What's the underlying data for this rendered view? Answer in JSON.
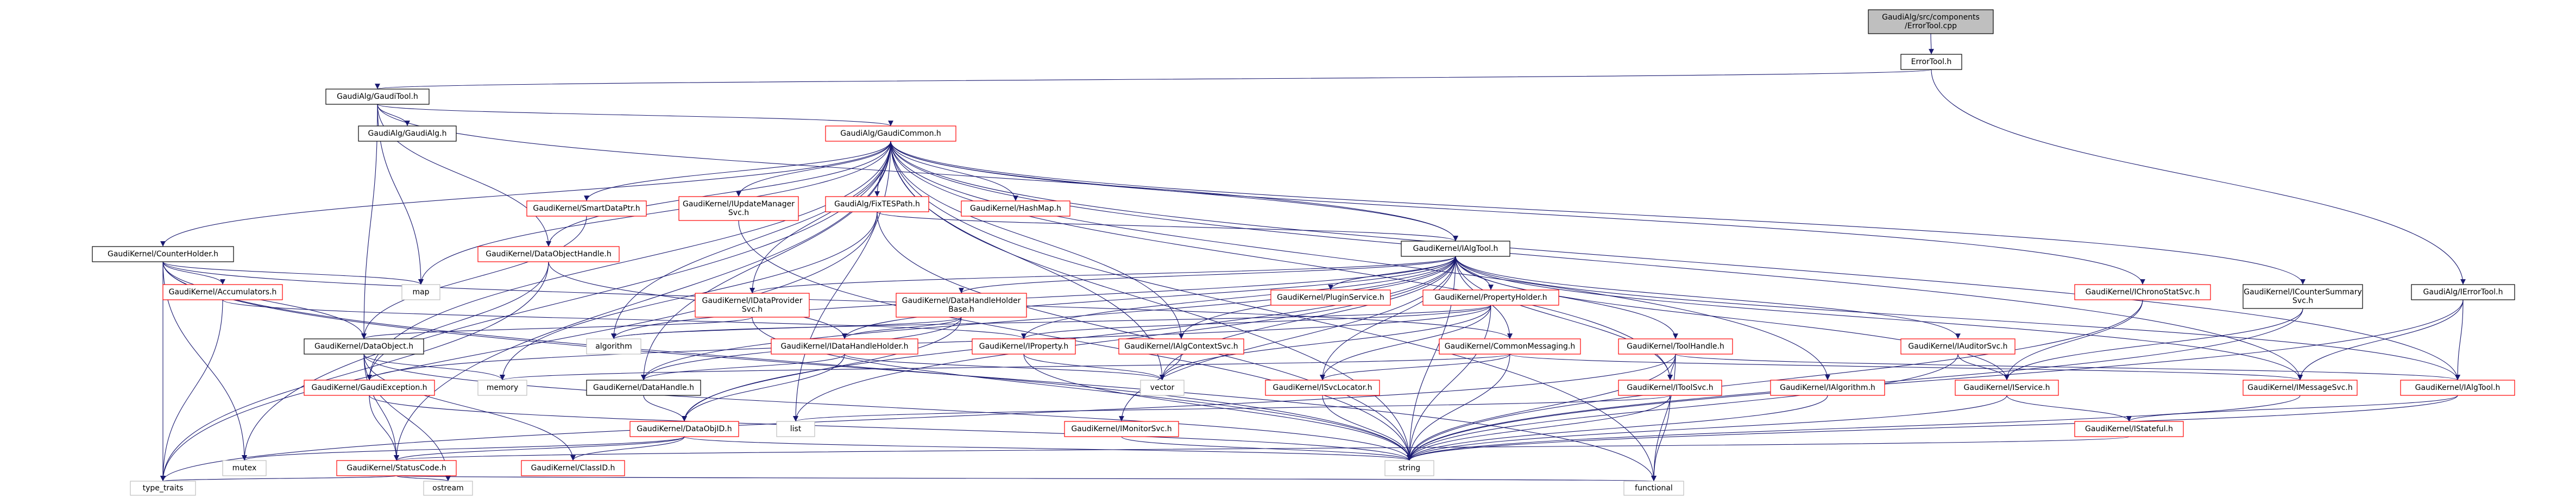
{
  "colors": {
    "edge": "#191970",
    "root_fill": "#bfbfbf",
    "normal_border": "#000000",
    "red_border": "#ff0000",
    "leaf_border": "#bfbfbf"
  },
  "nodes": [
    {
      "id": "root",
      "lines": [
        "GaudiAlg/src/components",
        "/ErrorTool.cpp"
      ],
      "style": "root"
    },
    {
      "id": "errortool_h",
      "lines": [
        "ErrorTool.h"
      ],
      "style": "normal"
    },
    {
      "id": "gauditool_h",
      "lines": [
        "GaudiAlg/GaudiTool.h"
      ],
      "style": "normal"
    },
    {
      "id": "ierrortool_h",
      "lines": [
        "GaudiAlg/IErrorTool.h"
      ],
      "style": "normal"
    },
    {
      "id": "gaudialg_h",
      "lines": [
        "GaudiAlg/GaudiAlg.h"
      ],
      "style": "normal"
    },
    {
      "id": "gaudicommon_h",
      "lines": [
        "GaudiAlg/GaudiCommon.h"
      ],
      "style": "red"
    },
    {
      "id": "counterholder_h",
      "lines": [
        "GaudiKernel/CounterHolder.h"
      ],
      "style": "normal"
    },
    {
      "id": "iupdatemanagersvc_h",
      "lines": [
        "GaudiKernel/IUpdateManager",
        "Svc.h"
      ],
      "style": "red"
    },
    {
      "id": "fixtespath_h",
      "lines": [
        "GaudiAlg/FixTESPath.h"
      ],
      "style": "red"
    },
    {
      "id": "hashmap_h",
      "lines": [
        "GaudiKernel/HashMap.h"
      ],
      "style": "red"
    },
    {
      "id": "smartdataptr_h",
      "lines": [
        "GaudiKernel/SmartDataPtr.h"
      ],
      "style": "red"
    },
    {
      "id": "dataobjecthandle_h",
      "lines": [
        "GaudiKernel/DataObjectHandle.h"
      ],
      "style": "red"
    },
    {
      "id": "ialgtool_h",
      "lines": [
        "GaudiKernel/IAlgTool.h"
      ],
      "style": "normal"
    },
    {
      "id": "accumulators_h",
      "lines": [
        "GaudiKernel/Accumulators.h"
      ],
      "style": "red"
    },
    {
      "id": "map",
      "lines": [
        "map"
      ],
      "style": "leaf"
    },
    {
      "id": "idataprovidersvc_h",
      "lines": [
        "GaudiKernel/IDataProvider",
        "Svc.h"
      ],
      "style": "red"
    },
    {
      "id": "datahandleholderbase_h",
      "lines": [
        "GaudiKernel/DataHandleHolder",
        "Base.h"
      ],
      "style": "red"
    },
    {
      "id": "ipluginservice_h",
      "lines": [
        "GaudiKernel/PluginService.h"
      ],
      "style": "red"
    },
    {
      "id": "propertyholder_h",
      "lines": [
        "GaudiKernel/PropertyHolder.h"
      ],
      "style": "red"
    },
    {
      "id": "ichronostatsvc_h",
      "lines": [
        "GaudiKernel/IChronoStatSvc.h"
      ],
      "style": "red"
    },
    {
      "id": "icountersummarysvc_h",
      "lines": [
        "GaudiKernel/ICounterSummary",
        "Svc.h"
      ],
      "style": "normal"
    },
    {
      "id": "dataobject_h",
      "lines": [
        "GaudiKernel/DataObject.h"
      ],
      "style": "normal"
    },
    {
      "id": "algorithm",
      "lines": [
        "algorithm"
      ],
      "style": "leaf"
    },
    {
      "id": "idatahandleholder_h",
      "lines": [
        "GaudiKernel/IDataHandleHolder.h"
      ],
      "style": "red"
    },
    {
      "id": "iproperty_h",
      "lines": [
        "GaudiKernel/IProperty.h"
      ],
      "style": "red"
    },
    {
      "id": "ialgcontextsvc_h",
      "lines": [
        "GaudiKernel/IAlgContextSvc.h"
      ],
      "style": "red"
    },
    {
      "id": "commonmessaging_h",
      "lines": [
        "GaudiKernel/CommonMessaging.h"
      ],
      "style": "red"
    },
    {
      "id": "toolhandle_h",
      "lines": [
        "GaudiKernel/ToolHandle.h"
      ],
      "style": "red"
    },
    {
      "id": "iauditorsvc_h",
      "lines": [
        "GaudiKernel/IAuditorSvc.h"
      ],
      "style": "red"
    },
    {
      "id": "gaudiexception_h",
      "lines": [
        "GaudiKernel/GaudiException.h"
      ],
      "style": "red"
    },
    {
      "id": "memory",
      "lines": [
        "memory"
      ],
      "style": "leaf"
    },
    {
      "id": "datahandle_h",
      "lines": [
        "GaudiKernel/DataHandle.h"
      ],
      "style": "normal"
    },
    {
      "id": "vector",
      "lines": [
        "vector"
      ],
      "style": "leaf"
    },
    {
      "id": "isvclocator_h",
      "lines": [
        "GaudiKernel/ISvcLocator.h"
      ],
      "style": "red"
    },
    {
      "id": "itoolsvc_h",
      "lines": [
        "GaudiKernel/IToolSvc.h"
      ],
      "style": "red"
    },
    {
      "id": "ialgorithm_h",
      "lines": [
        "GaudiKernel/IAlgorithm.h"
      ],
      "style": "red"
    },
    {
      "id": "iservice_h",
      "lines": [
        "GaudiKernel/IService.h"
      ],
      "style": "red"
    },
    {
      "id": "imessagesvc_h",
      "lines": [
        "GaudiKernel/IMessageSvc.h"
      ],
      "style": "red"
    },
    {
      "id": "ialgtool2_h",
      "lines": [
        "GaudiKernel/IAlgTool.h"
      ],
      "style": "red"
    },
    {
      "id": "imonitorsvc_h",
      "lines": [
        "GaudiKernel/IMonitorSvc.h"
      ],
      "style": "red"
    },
    {
      "id": "dataobjid_h",
      "lines": [
        "GaudiKernel/DataObjID.h"
      ],
      "style": "red"
    },
    {
      "id": "list",
      "lines": [
        "list"
      ],
      "style": "leaf"
    },
    {
      "id": "istateful_h",
      "lines": [
        "GaudiKernel/IStateful.h"
      ],
      "style": "red"
    },
    {
      "id": "mutex",
      "lines": [
        "mutex"
      ],
      "style": "leaf"
    },
    {
      "id": "statuscode_h",
      "lines": [
        "GaudiKernel/StatusCode.h"
      ],
      "style": "red"
    },
    {
      "id": "classid_h",
      "lines": [
        "GaudiKernel/ClassID.h"
      ],
      "style": "red"
    },
    {
      "id": "string",
      "lines": [
        "string"
      ],
      "style": "leaf"
    },
    {
      "id": "type_traits",
      "lines": [
        "type_traits"
      ],
      "style": "leaf"
    },
    {
      "id": "ostream",
      "lines": [
        "ostream"
      ],
      "style": "leaf"
    },
    {
      "id": "functional",
      "lines": [
        "functional"
      ],
      "style": "leaf"
    }
  ],
  "edges": [
    [
      "root",
      "errortool_h"
    ],
    [
      "errortool_h",
      "gauditool_h"
    ],
    [
      "errortool_h",
      "ierrortool_h"
    ],
    [
      "gauditool_h",
      "gaudialg_h"
    ],
    [
      "gauditool_h",
      "gaudicommon_h"
    ],
    [
      "gauditool_h",
      "ialgtool_h"
    ],
    [
      "gauditool_h",
      "dataobject_h"
    ],
    [
      "gauditool_h",
      "dataobjecthandle_h"
    ],
    [
      "gauditool_h",
      "map"
    ],
    [
      "gaudicommon_h",
      "counterholder_h"
    ],
    [
      "gaudicommon_h",
      "iupdatemanagersvc_h"
    ],
    [
      "gaudicommon_h",
      "fixtespath_h"
    ],
    [
      "gaudicommon_h",
      "hashmap_h"
    ],
    [
      "gaudicommon_h",
      "smartdataptr_h"
    ],
    [
      "gaudicommon_h",
      "dataobjecthandle_h"
    ],
    [
      "gaudicommon_h",
      "ialgtool_h"
    ],
    [
      "gaudicommon_h",
      "idataprovidersvc_h"
    ],
    [
      "gaudicommon_h",
      "ichronostatsvc_h"
    ],
    [
      "gaudicommon_h",
      "icountersummarysvc_h"
    ],
    [
      "gaudicommon_h",
      "ialgcontextsvc_h"
    ],
    [
      "gaudicommon_h",
      "imessagesvc_h"
    ],
    [
      "gaudicommon_h",
      "itoolsvc_h"
    ],
    [
      "gaudicommon_h",
      "ialgorithm_h"
    ],
    [
      "gaudicommon_h",
      "gaudiexception_h"
    ],
    [
      "gaudicommon_h",
      "statuscode_h"
    ],
    [
      "gaudicommon_h",
      "algorithm"
    ],
    [
      "gaudicommon_h",
      "map"
    ],
    [
      "gaudicommon_h",
      "mutex"
    ],
    [
      "gaudicommon_h",
      "vector"
    ],
    [
      "gaudicommon_h",
      "list"
    ],
    [
      "gaudicommon_h",
      "string"
    ],
    [
      "gaudicommon_h",
      "functional"
    ],
    [
      "gaudicommon_h",
      "datahandle_h"
    ],
    [
      "gaudicommon_h",
      "ialgtool2_h"
    ],
    [
      "counterholder_h",
      "accumulators_h"
    ],
    [
      "counterholder_h",
      "map"
    ],
    [
      "counterholder_h",
      "mutex"
    ],
    [
      "counterholder_h",
      "string"
    ],
    [
      "counterholder_h",
      "type_traits"
    ],
    [
      "counterholder_h",
      "functional"
    ],
    [
      "counterholder_h",
      "commonmessaging_h"
    ],
    [
      "counterholder_h",
      "dataobject_h"
    ],
    [
      "accumulators_h",
      "type_traits"
    ],
    [
      "accumulators_h",
      "iproperty_h"
    ],
    [
      "iupdatemanagersvc_h",
      "string"
    ],
    [
      "fixtespath_h",
      "ialgtool_h"
    ],
    [
      "fixtespath_h",
      "string"
    ],
    [
      "fixtespath_h",
      "memory"
    ],
    [
      "fixtespath_h",
      "type_traits"
    ],
    [
      "smartdataptr_h",
      "dataobject_h"
    ],
    [
      "dataobjecthandle_h",
      "idatahandleholder_h"
    ],
    [
      "dataobjecthandle_h",
      "gaudiexception_h"
    ],
    [
      "dataobjecthandle_h",
      "type_traits"
    ],
    [
      "ialgtool_h",
      "idataprovidersvc_h"
    ],
    [
      "ialgtool_h",
      "datahandleholderbase_h"
    ],
    [
      "ialgtool_h",
      "ipluginservice_h"
    ],
    [
      "ialgtool_h",
      "propertyholder_h"
    ],
    [
      "ialgtool_h",
      "ialgcontextsvc_h"
    ],
    [
      "ialgtool_h",
      "commonmessaging_h"
    ],
    [
      "ialgtool_h",
      "toolhandle_h"
    ],
    [
      "ialgtool_h",
      "iauditorsvc_h"
    ],
    [
      "ialgtool_h",
      "iproperty_h"
    ],
    [
      "ialgtool_h",
      "isvclocator_h"
    ],
    [
      "ialgtool_h",
      "itoolsvc_h"
    ],
    [
      "ialgtool_h",
      "iservice_h"
    ],
    [
      "ialgtool_h",
      "imessagesvc_h"
    ],
    [
      "ialgtool_h",
      "imonitorsvc_h"
    ],
    [
      "ialgtool_h",
      "dataobjid_h"
    ],
    [
      "ialgtool_h",
      "idatahandleholder_h"
    ],
    [
      "ialgtool_h",
      "datahandle_h"
    ],
    [
      "ialgtool_h",
      "list"
    ],
    [
      "ialgtool_h",
      "vector"
    ],
    [
      "ialgtool_h",
      "algorithm"
    ],
    [
      "ialgtool_h",
      "string"
    ],
    [
      "ialgtool_h",
      "ialgtool2_h"
    ],
    [
      "idataprovidersvc_h",
      "string"
    ],
    [
      "idataprovidersvc_h",
      "dataobject_h"
    ],
    [
      "datahandleholderbase_h",
      "idatahandleholder_h"
    ],
    [
      "datahandleholderbase_h",
      "datahandle_h"
    ],
    [
      "datahandleholderbase_h",
      "dataobjid_h"
    ],
    [
      "datahandleholderbase_h",
      "algorithm"
    ],
    [
      "propertyholder_h",
      "iproperty_h"
    ],
    [
      "propertyholder_h",
      "isvclocator_h"
    ],
    [
      "propertyholder_h",
      "string"
    ],
    [
      "propertyholder_h",
      "vector"
    ],
    [
      "propertyholder_h",
      "algorithm"
    ],
    [
      "propertyholder_h",
      "gaudiexception_h"
    ],
    [
      "ichronostatsvc_h",
      "iservice_h"
    ],
    [
      "ichronostatsvc_h",
      "string"
    ],
    [
      "icountersummarysvc_h",
      "iservice_h"
    ],
    [
      "icountersummarysvc_h",
      "string"
    ],
    [
      "dataobject_h",
      "classid_h"
    ],
    [
      "dataobject_h",
      "statuscode_h"
    ],
    [
      "dataobject_h",
      "string"
    ],
    [
      "dataobject_h",
      "ostream"
    ],
    [
      "dataobject_h",
      "memory"
    ],
    [
      "idatahandleholder_h",
      "datahandle_h"
    ],
    [
      "idatahandleholder_h",
      "dataobjid_h"
    ],
    [
      "idatahandleholder_h",
      "vector"
    ],
    [
      "iproperty_h",
      "string"
    ],
    [
      "iproperty_h",
      "vector"
    ],
    [
      "ialgcontextsvc_h",
      "vector"
    ],
    [
      "commonmessaging_h",
      "imessagesvc_h"
    ],
    [
      "commonmessaging_h",
      "isvclocator_h"
    ],
    [
      "commonmessaging_h",
      "string"
    ],
    [
      "commonmessaging_h",
      "memory"
    ],
    [
      "toolhandle_h",
      "itoolsvc_h"
    ],
    [
      "toolhandle_h",
      "ialgtool2_h"
    ],
    [
      "toolhandle_h",
      "string"
    ],
    [
      "toolhandle_h",
      "type_traits"
    ],
    [
      "toolhandle_h",
      "functional"
    ],
    [
      "iauditorsvc_h",
      "iservice_h"
    ],
    [
      "iauditorsvc_h",
      "string"
    ],
    [
      "gaudiexception_h",
      "statuscode_h"
    ],
    [
      "gaudiexception_h",
      "string"
    ],
    [
      "datahandle_h",
      "dataobjid_h"
    ],
    [
      "isvclocator_h",
      "string"
    ],
    [
      "itoolsvc_h",
      "list"
    ],
    [
      "itoolsvc_h",
      "string"
    ],
    [
      "itoolsvc_h",
      "functional"
    ],
    [
      "ialgorithm_h",
      "string"
    ],
    [
      "iservice_h",
      "istateful_h"
    ],
    [
      "iservice_h",
      "string"
    ],
    [
      "imessagesvc_h",
      "string"
    ],
    [
      "ialgtool2_h",
      "istateful_h"
    ],
    [
      "ialgtool2_h",
      "string"
    ],
    [
      "imonitorsvc_h",
      "string"
    ],
    [
      "dataobjid_h",
      "classid_h"
    ],
    [
      "dataobjid_h",
      "statuscode_h"
    ],
    [
      "dataobjid_h",
      "mutex"
    ],
    [
      "dataobjid_h",
      "string"
    ],
    [
      "istateful_h",
      "statuscode_h"
    ],
    [
      "statuscode_h",
      "type_traits"
    ],
    [
      "statuscode_h",
      "ostream"
    ],
    [
      "statuscode_h",
      "functional"
    ],
    [
      "ierrortool_h",
      "ialgtool2_h"
    ],
    [
      "ierrortool_h",
      "imessagesvc_h"
    ],
    [
      "ierrortool_h",
      "string"
    ]
  ]
}
